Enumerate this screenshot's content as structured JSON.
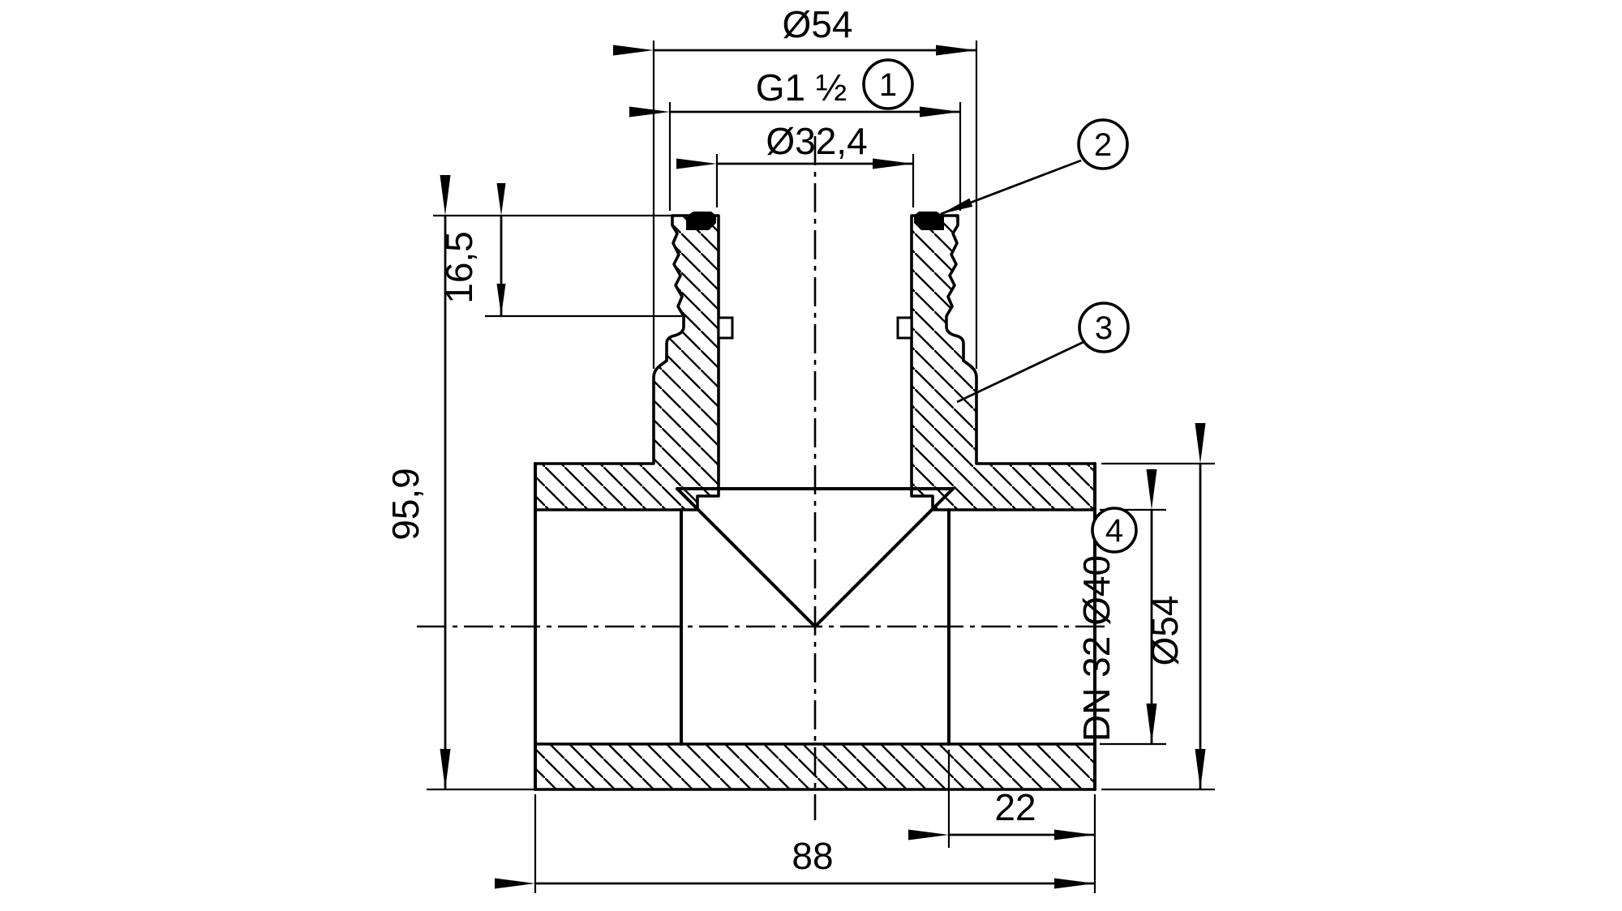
{
  "drawing": {
    "type": "engineering-section-drawing",
    "description": "Cross-section of a pipe tee adapter fitting with threaded top branch and two fusion sockets",
    "colors": {
      "ink": "#000000",
      "paper": "#ffffff"
    },
    "labels": {
      "phi54_top": "Ø54",
      "thread": "G1 ½",
      "phi32_4": "Ø32,4",
      "len16_5": "16,5",
      "height95_9": "95,9",
      "dn_socket": "DN 32 Ø40",
      "phi54_right": "Ø54",
      "depth22": "22",
      "width88": "88"
    },
    "callouts": {
      "c1": "1",
      "c2": "2",
      "c3": "3",
      "c4": "4"
    }
  }
}
